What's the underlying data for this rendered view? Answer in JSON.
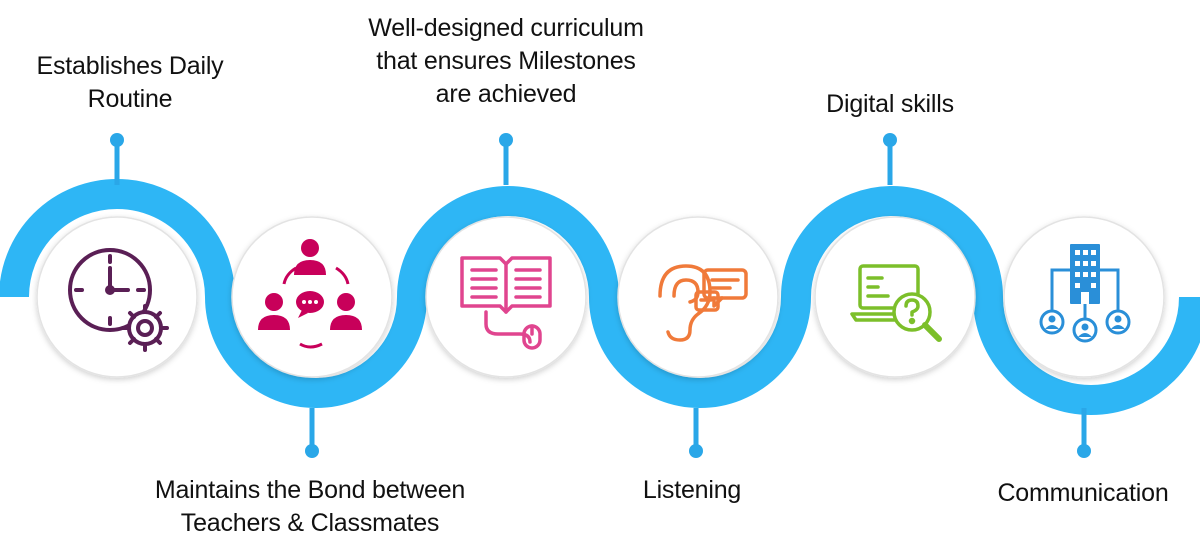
{
  "colors": {
    "wave": "#2eb6f5",
    "connector": "#2aa7e8",
    "circle_fill": "#ffffff",
    "circle_border": "#e3e3e3",
    "text": "#111111",
    "icon_routine": "#5a1f55",
    "icon_bond": "#c8005a",
    "icon_curriculum": "#e0458f",
    "icon_listening": "#f07a3a",
    "icon_digital": "#7cbf2a",
    "icon_communication": "#2a8fd8"
  },
  "steps": [
    {
      "id": "routine",
      "lines": [
        "Establishes Daily",
        "Routine"
      ],
      "icon": "clock-gear-icon"
    },
    {
      "id": "bond",
      "lines": [
        "Maintains the Bond between",
        "Teachers & Classmates"
      ],
      "icon": "people-chat-icon"
    },
    {
      "id": "curriculum",
      "lines": [
        "Well-designed curriculum",
        "that ensures Milestones",
        "are achieved"
      ],
      "icon": "book-mouse-icon"
    },
    {
      "id": "listening",
      "lines": [
        "Listening"
      ],
      "icon": "ear-speech-icon"
    },
    {
      "id": "digital",
      "lines": [
        "Digital skills"
      ],
      "icon": "laptop-search-icon"
    },
    {
      "id": "communication",
      "lines": [
        "Communication"
      ],
      "icon": "building-network-icon"
    }
  ]
}
